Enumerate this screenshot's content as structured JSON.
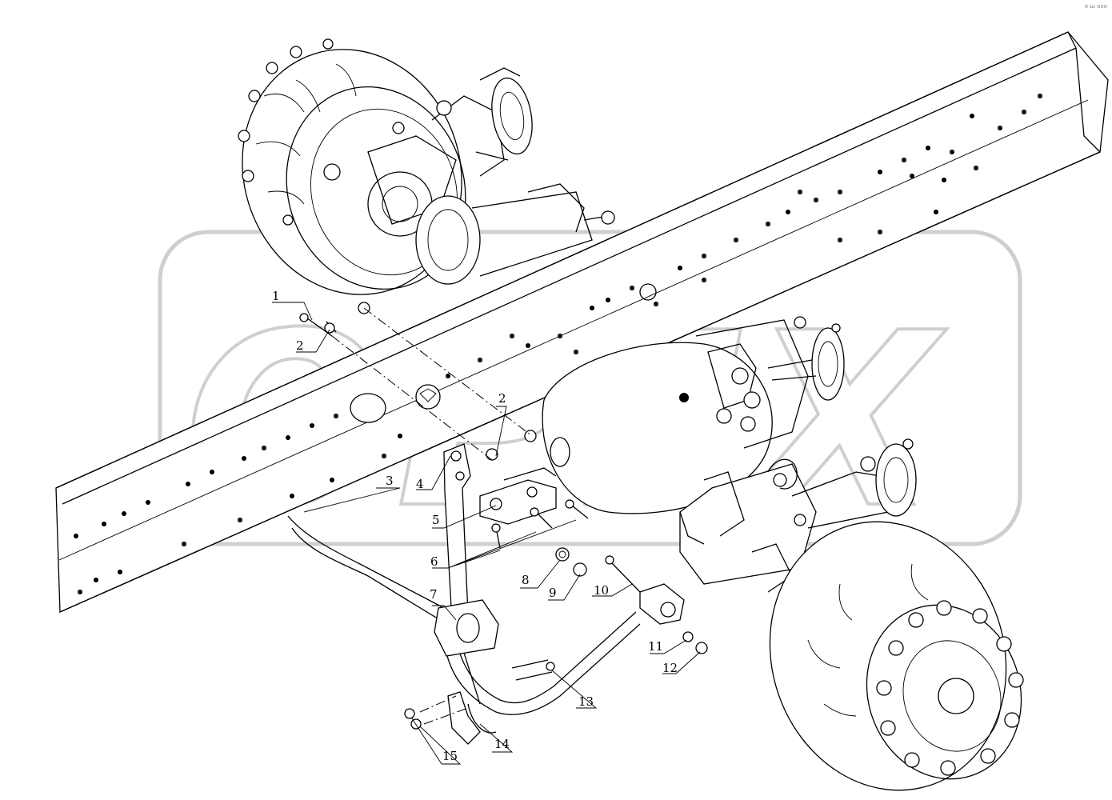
{
  "callouts": [
    {
      "id": "c1",
      "label": "1"
    },
    {
      "id": "c2a",
      "label": "2"
    },
    {
      "id": "c2b",
      "label": "2"
    },
    {
      "id": "c3",
      "label": "3"
    },
    {
      "id": "c4",
      "label": "4"
    },
    {
      "id": "c5",
      "label": "5"
    },
    {
      "id": "c6",
      "label": "6"
    },
    {
      "id": "c7",
      "label": "7"
    },
    {
      "id": "c8",
      "label": "8"
    },
    {
      "id": "c9",
      "label": "9"
    },
    {
      "id": "c10",
      "label": "10"
    },
    {
      "id": "c11",
      "label": "11"
    },
    {
      "id": "c12",
      "label": "12"
    },
    {
      "id": "c13",
      "label": "13"
    },
    {
      "id": "c14",
      "label": "14"
    },
    {
      "id": "c15",
      "label": "15"
    }
  ],
  "watermark": "ОРЕХ",
  "corner_mark": "e·ш ооо"
}
